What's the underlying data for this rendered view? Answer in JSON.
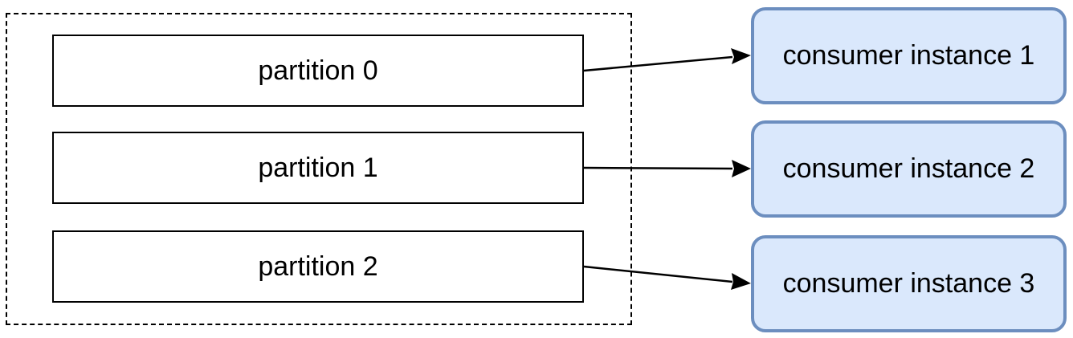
{
  "partitions": [
    {
      "label": "partition 0"
    },
    {
      "label": "partition 1"
    },
    {
      "label": "partition 2"
    }
  ],
  "consumers": [
    {
      "label": "consumer instance 1"
    },
    {
      "label": "consumer instance 2"
    },
    {
      "label": "consumer instance 3"
    }
  ],
  "colors": {
    "consumer_fill": "#dae8fc",
    "consumer_border": "#6c8ebf",
    "line": "#000000"
  }
}
